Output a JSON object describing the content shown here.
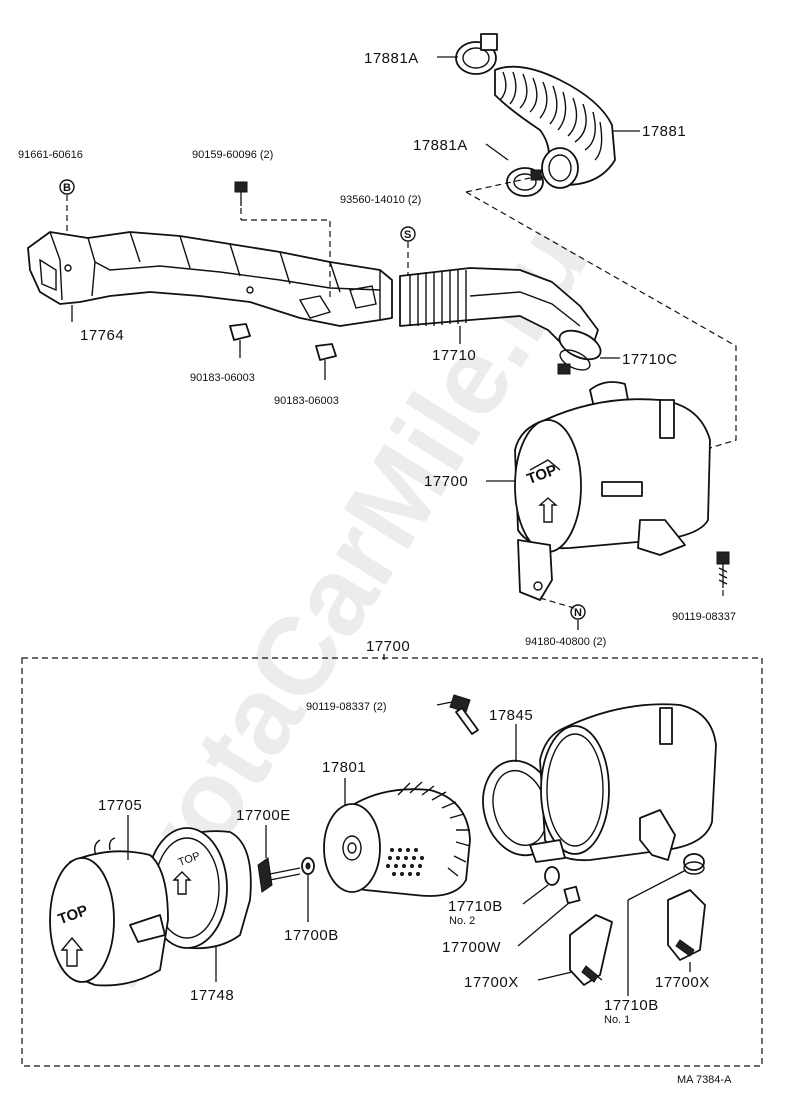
{
  "watermark": "ToyotaCarMile.ru",
  "footer": {
    "code": "MA 7384-A"
  },
  "group_label": "17700",
  "labels": {
    "p17881A_top": "17881A",
    "p17881": "17881",
    "p17881A_mid": "17881A",
    "p91661": "91661-60616",
    "p90159": "90159-60096  (2)",
    "p93560": "93560-14010 (2)",
    "p17764": "17764",
    "p17710": "17710",
    "p17710C": "17710C",
    "p90183_a": "90183-06003",
    "p90183_b": "90183-06003",
    "p17700_top": "17700",
    "p90119_top": "90119-08337",
    "p94180": "94180-40800 (2)",
    "p90119_bot": "90119-08337 (2)",
    "p17845": "17845",
    "p17801": "17801",
    "p17705": "17705",
    "p17700E": "17700E",
    "p17700B": "17700B",
    "p17748": "17748",
    "p17710B_a": "17710B",
    "p17710B_a_sub": "No. 2",
    "p17700W": "17700W",
    "p17700X_a": "17700X",
    "p17700X_b": "17700X",
    "p17710B_b": "17710B",
    "p17710B_b_sub": "No. 1"
  },
  "symbols": {
    "b": "B",
    "s": "S",
    "n": "N"
  },
  "cover_text": {
    "top1": "TOP",
    "top2": "TOP",
    "top3": "TOP"
  }
}
